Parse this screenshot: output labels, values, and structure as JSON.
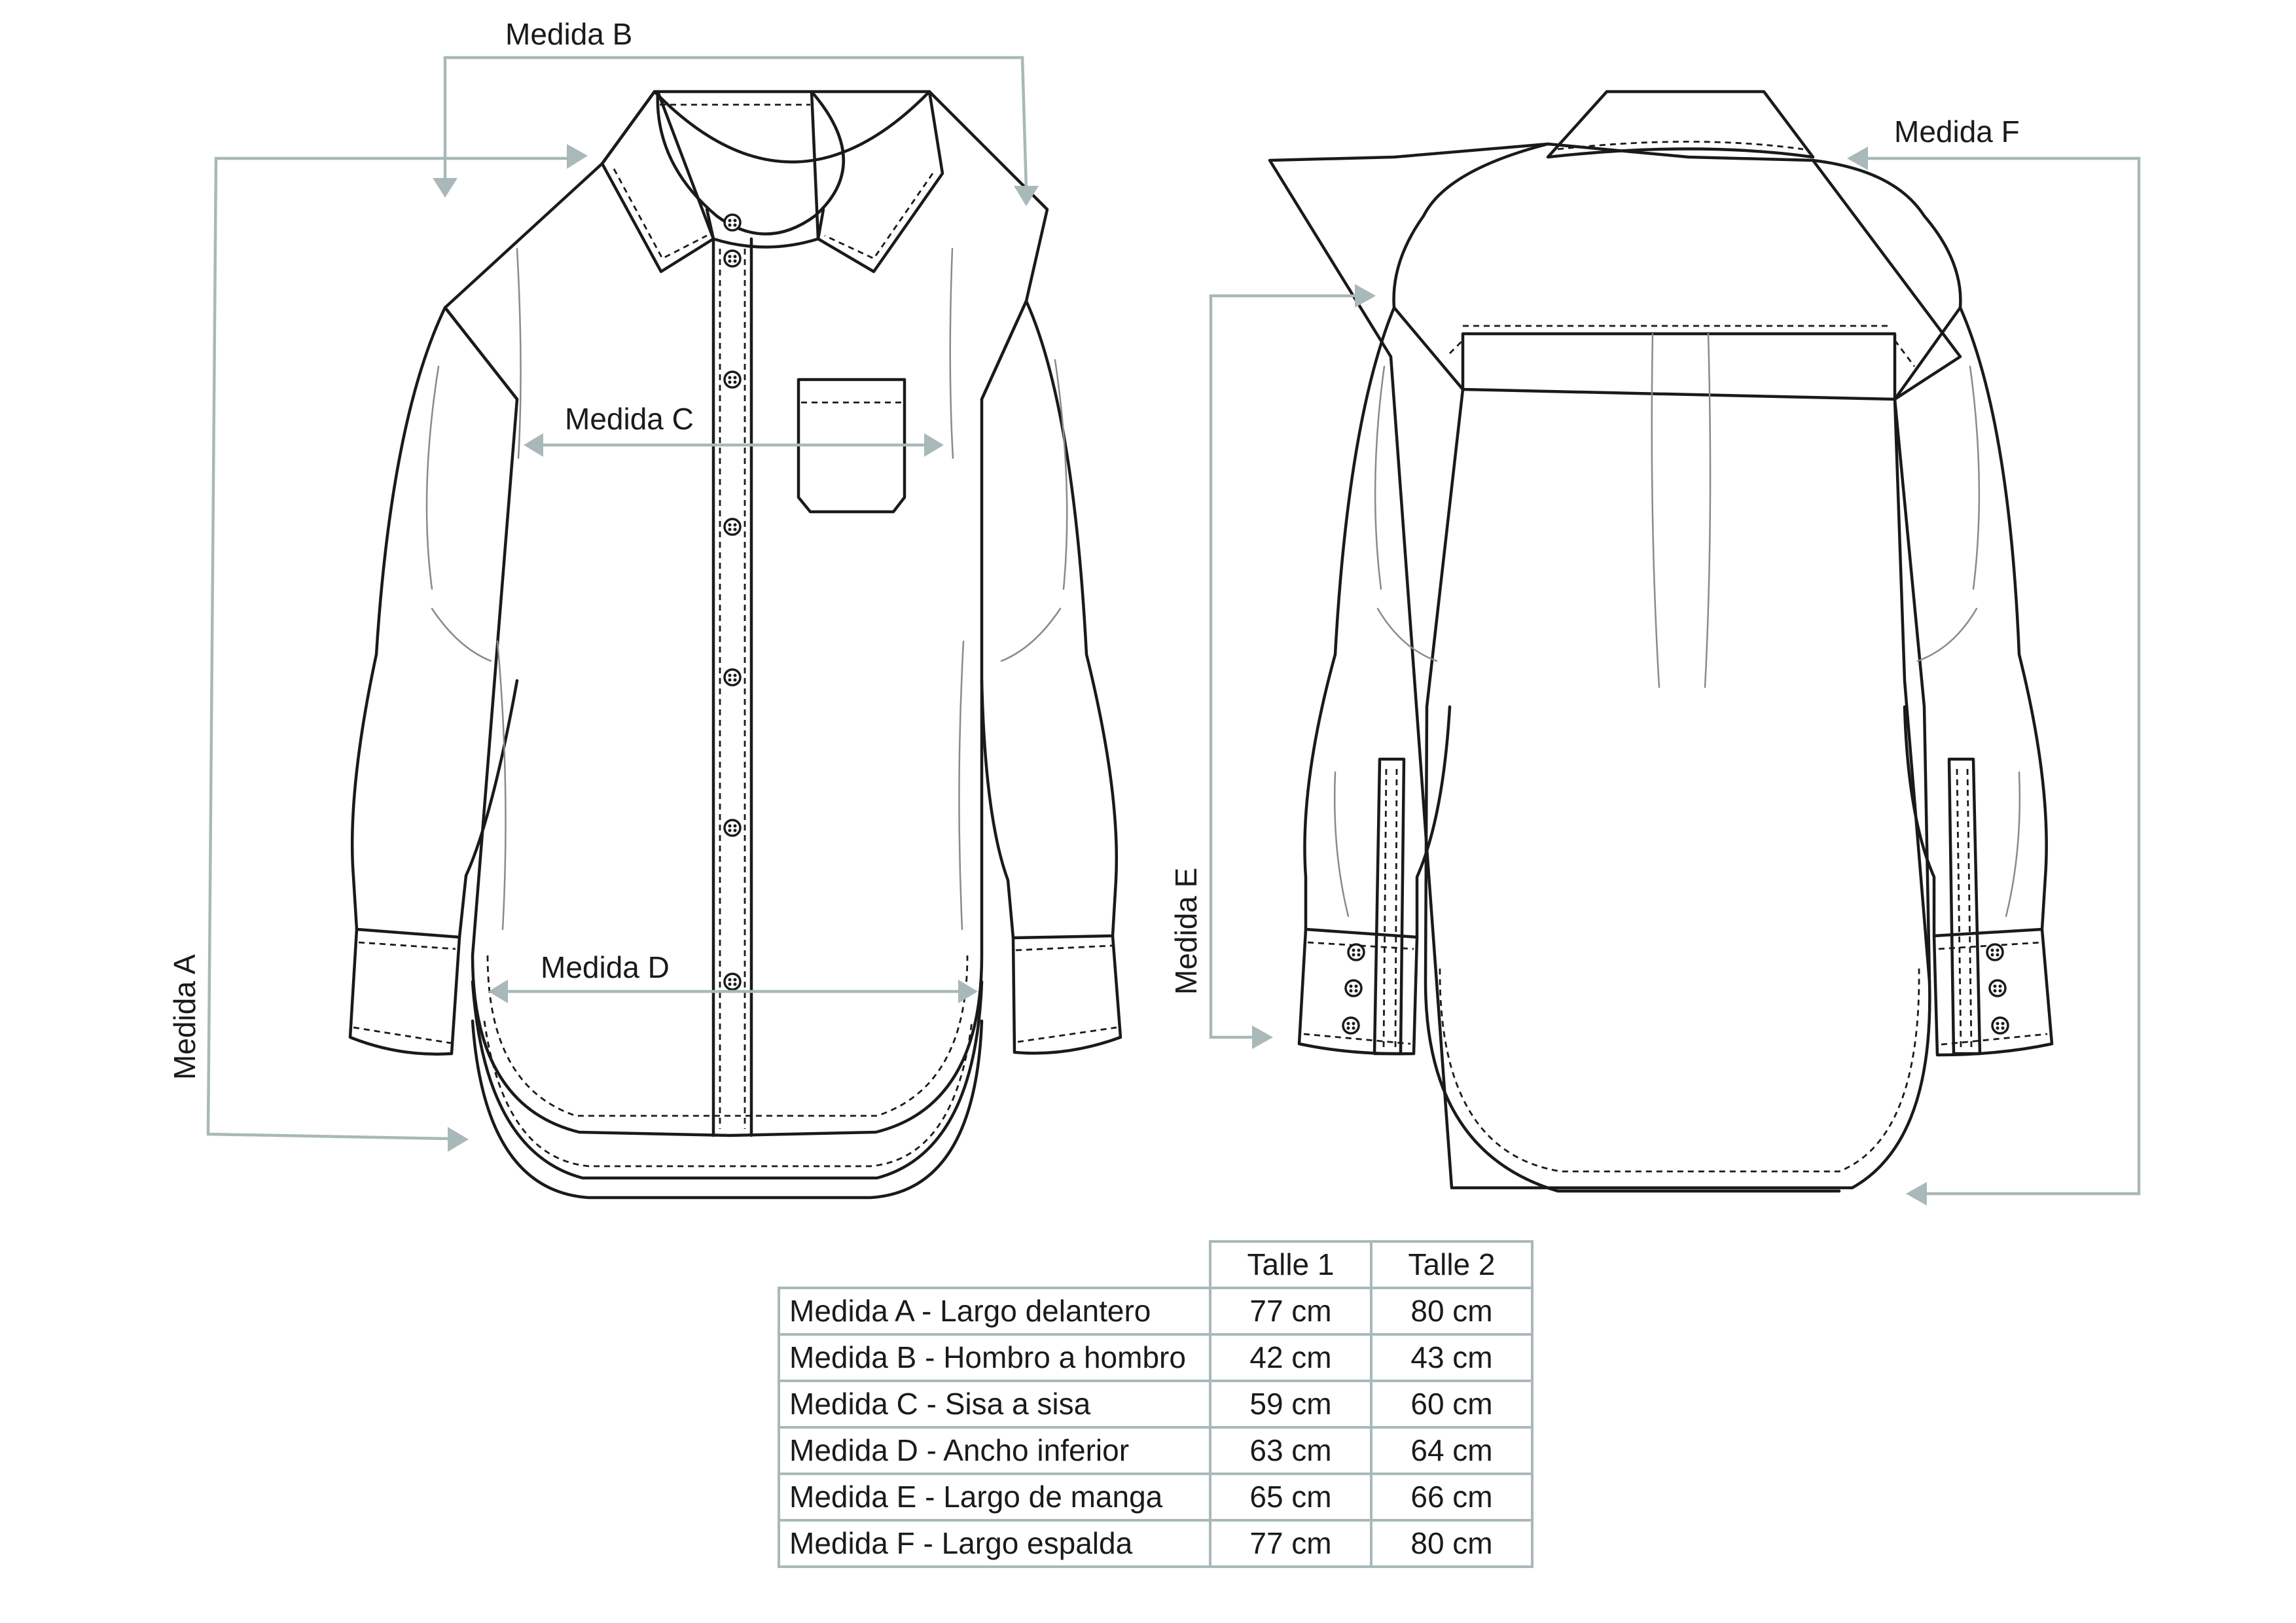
{
  "labels": {
    "medida_a": "Medida A",
    "medida_b": "Medida B",
    "medida_c": "Medida C",
    "medida_d": "Medida D",
    "medida_e": "Medida E",
    "medida_f": "Medida F"
  },
  "table": {
    "headers": [
      "Talle 1",
      "Talle 2"
    ],
    "rows": [
      {
        "label": "Medida A - Largo delantero",
        "t1": "77 cm",
        "t2": "80 cm"
      },
      {
        "label": "Medida B - Hombro a hombro",
        "t1": "42 cm",
        "t2": "43 cm"
      },
      {
        "label": "Medida C - Sisa a sisa",
        "t1": "59 cm",
        "t2": "60 cm"
      },
      {
        "label": "Medida D - Ancho inferior",
        "t1": "63 cm",
        "t2": "64 cm"
      },
      {
        "label": "Medida E - Largo de manga",
        "t1": "65 cm",
        "t2": "66 cm"
      },
      {
        "label": "Medida F - Largo espalda",
        "t1": "77 cm",
        "t2": "80 cm"
      }
    ]
  },
  "colors": {
    "measurement_lines": "#a9b8b8",
    "outline": "#1a1a1a",
    "background": "#ffffff"
  }
}
